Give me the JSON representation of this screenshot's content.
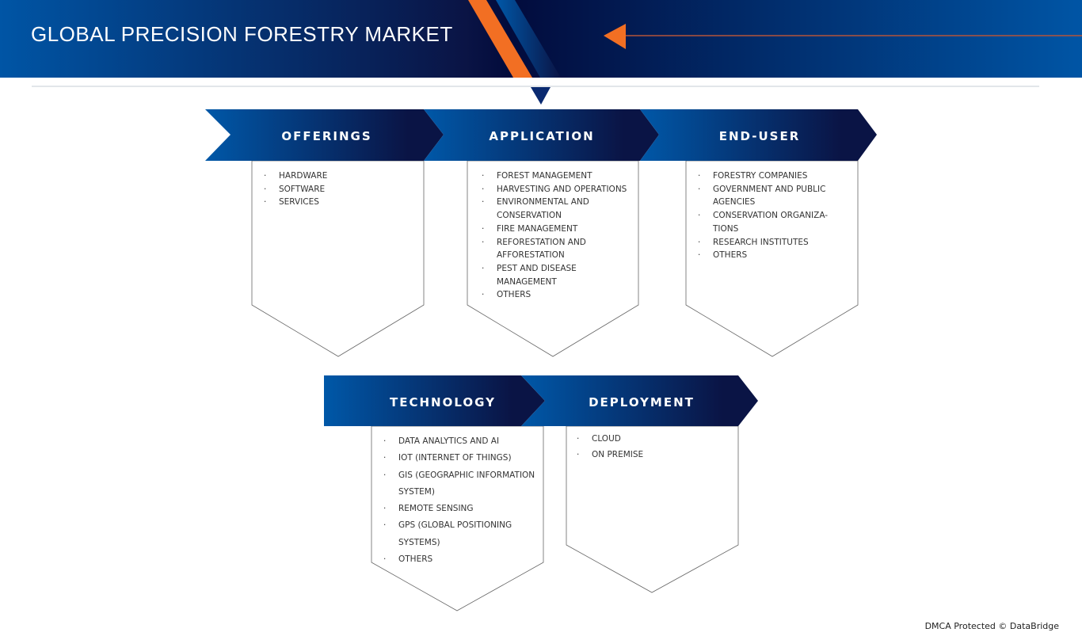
{
  "header": {
    "title": "GLOBAL PRECISION FORESTRY MARKET"
  },
  "colors": {
    "brand_dark": "#0a1445",
    "brand_blue": "#0055a5",
    "accent": "#f26f23"
  },
  "segments": [
    {
      "name": "OFFERINGS",
      "items": [
        "HARDWARE",
        "SOFTWARE",
        "SERVICES"
      ]
    },
    {
      "name": "APPLICATION",
      "items": [
        "FOREST MANAGEMENT",
        "HARVESTING AND OPERATIONS",
        "ENVIRONMENTAL AND CONSERVATION",
        "FIRE MANAGEMENT",
        "REFORESTATION AND AFFORESTATION",
        "PEST AND DISEASE MANAGEMENT",
        "OTHERS"
      ]
    },
    {
      "name": "END-USER",
      "items": [
        "FORESTRY COMPANIES",
        "GOVERNMENT AND PUBLIC AGENCIES",
        "CONSERVATION ORGANIZA-TIONS",
        "RESEARCH INSTITUTES",
        "OTHERS"
      ]
    },
    {
      "name": "TECHNOLOGY",
      "items": [
        "DATA ANALYTICS AND AI",
        "IOT (INTERNET OF THINGS)",
        "GIS (GEOGRAPHIC INFORMATION SYSTEM)",
        "REMOTE SENSING",
        "GPS (GLOBAL POSITIONING SYSTEMS)",
        "OTHERS"
      ]
    },
    {
      "name": "DEPLOYMENT",
      "items": [
        "CLOUD",
        "ON PREMISE"
      ]
    }
  ],
  "footer": "DMCA Protected © DataBridge"
}
